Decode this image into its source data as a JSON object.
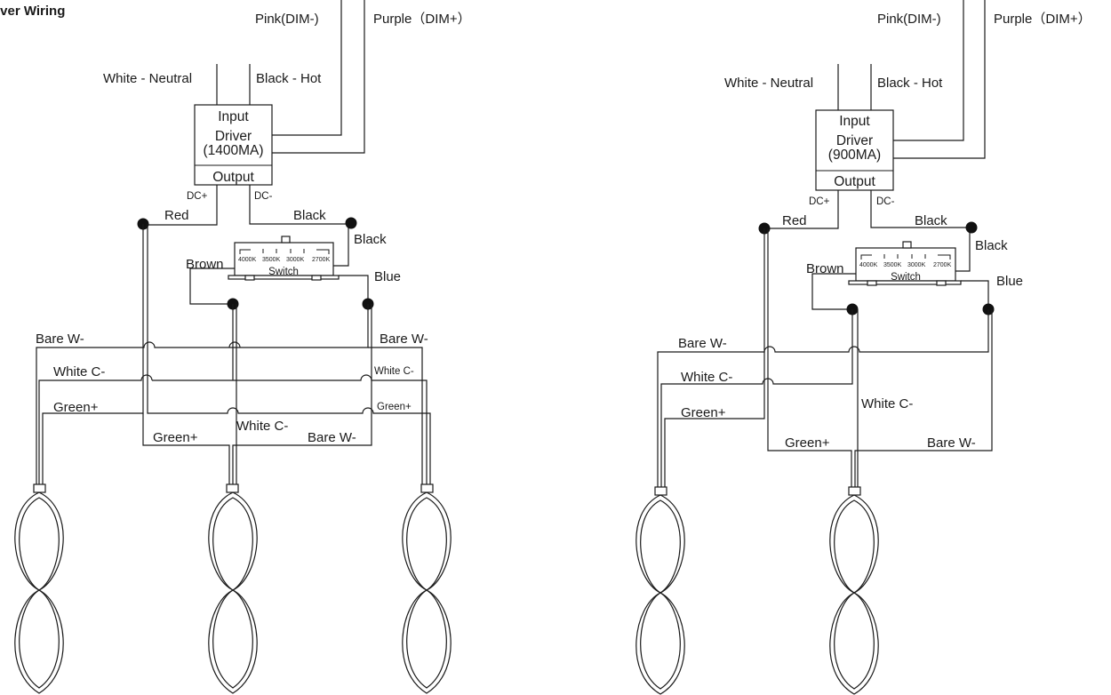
{
  "title": "iver Wiring",
  "diagrams": [
    {
      "id": "left",
      "input_dim_neg": "Pink(DIM-)",
      "input_dim_pos": "Purple（DIM+）",
      "input_neutral": "White - Neutral",
      "input_hot": "Black - Hot",
      "driver_input": "Input",
      "driver_name": "Driver",
      "driver_rating": "(1400MA)",
      "driver_output": "Output",
      "dc_pos": "DC+",
      "dc_neg": "DC-",
      "red": "Red",
      "black_top": "Black",
      "black_side": "Black",
      "brown": "Brown",
      "blue": "Blue",
      "switch_label": "Switch",
      "switch_temps": [
        "4000K",
        "3500K",
        "3000K",
        "2700K"
      ],
      "left_bare_w": "Bare W-",
      "left_white_c": "White C-",
      "left_green": "Green+",
      "right_bare_w": "Bare W-",
      "right_white_c": "White C-",
      "right_green": "Green+",
      "mid_white_c": "White C-",
      "mid_green": "Green+",
      "mid_bare_w": "Bare W-"
    },
    {
      "id": "right",
      "input_dim_neg": "Pink(DIM-)",
      "input_dim_pos": "Purple（DIM+）",
      "input_neutral": "White - Neutral",
      "input_hot": "Black - Hot",
      "driver_input": "Input",
      "driver_name": "Driver",
      "driver_rating": "(900MA)",
      "driver_output": "Output",
      "dc_pos": "DC+",
      "dc_neg": "DC-",
      "red": "Red",
      "black_top": "Black",
      "black_side": "Black",
      "brown": "Brown",
      "blue": "Blue",
      "switch_label": "Switch",
      "switch_temps": [
        "4000K",
        "3500K",
        "3000K",
        "2700K"
      ],
      "left_bare_w": "Bare W-",
      "left_white_c": "White C-",
      "left_green": "Green+",
      "mid_white_c": "White C-",
      "mid_green": "Green+",
      "mid_bare_w": "Bare W-"
    }
  ]
}
